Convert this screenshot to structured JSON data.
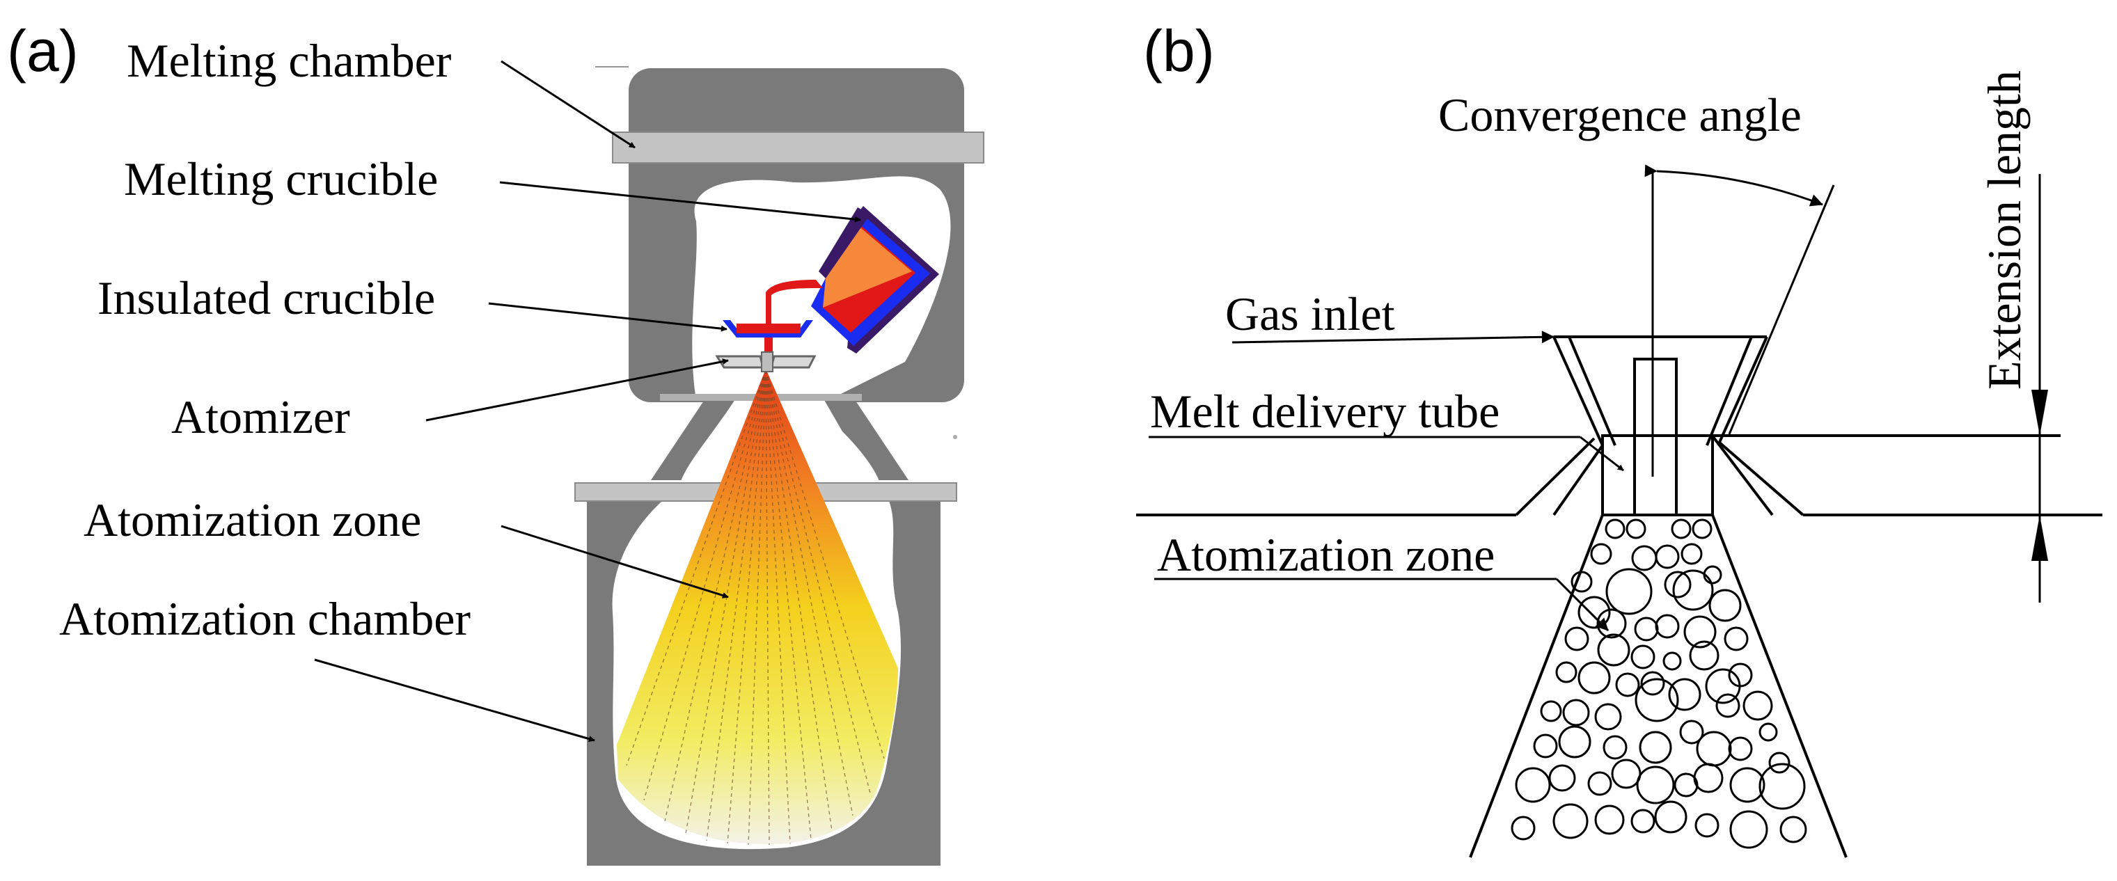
{
  "panel_a": {
    "tag": "(a)",
    "labels": {
      "melting_chamber": "Melting chamber",
      "melting_crucible": "Melting crucible",
      "insulated_crucible": "Insulated crucible",
      "atomizer": "Atomizer",
      "atomization_zone": "Atomization zone",
      "atomization_chamber": "Atomization chamber"
    }
  },
  "panel_b": {
    "tag": "(b)",
    "labels": {
      "convergence_angle": "Convergence angle",
      "extension_length": "Extension length",
      "gas_inlet": "Gas inlet",
      "melt_delivery_tube": "Melt delivery tube",
      "atomization_zone": "Atomization zone"
    }
  },
  "colors": {
    "chamber_gray": "#7a7a7a",
    "flange_gray": "#c4c4c4",
    "crucible_orange": "#f5883a",
    "crucible_red": "#e01818",
    "crucible_blue": "#1a2cf0",
    "crucible_dark": "#3a1a66",
    "plume_top": "#e0401a",
    "plume_mid": "#f2d21c",
    "plume_bottom": "#f2f2e6"
  }
}
